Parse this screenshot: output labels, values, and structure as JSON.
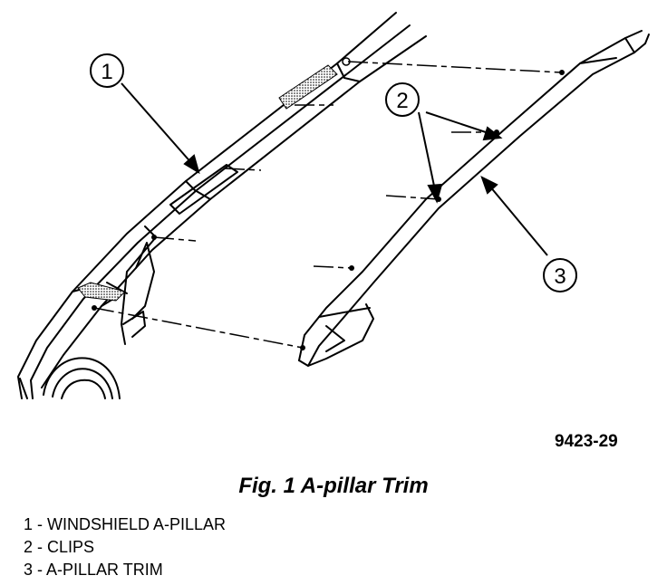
{
  "figure": {
    "id_label": "9423-29",
    "caption": "Fig. 1 A-pillar Trim"
  },
  "callouts": {
    "c1": "1",
    "c2": "2",
    "c3": "3"
  },
  "legend": [
    {
      "text": "1 - WINDSHIELD A-PILLAR"
    },
    {
      "text": "2 - CLIPS"
    },
    {
      "text": "3 - A-PILLAR TRIM"
    }
  ]
}
